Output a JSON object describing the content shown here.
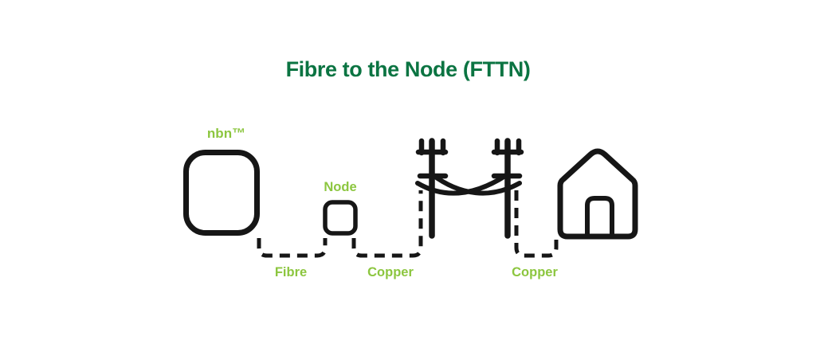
{
  "title": "Fibre to the Node (FTTN)",
  "colors": {
    "title_green": "#0b7442",
    "label_green": "#8cc63f",
    "line_black": "#161616",
    "background": "#ffffff"
  },
  "diagram": {
    "type": "network-connection-diagram",
    "nodes": [
      {
        "id": "nbn-box",
        "label": "nbn™",
        "shape": "large-rounded-square-outline"
      },
      {
        "id": "node-cabinet",
        "label": "Node",
        "shape": "small-rounded-square-outline"
      },
      {
        "id": "power-poles",
        "label": "",
        "shape": "two-utility-poles-with-drooping-wires"
      },
      {
        "id": "house",
        "label": "",
        "shape": "house-outline-with-door"
      }
    ],
    "links": [
      {
        "id": "fibre-link",
        "from": "nbn-box",
        "to": "node-cabinet",
        "label": "Fibre",
        "style": "dashed"
      },
      {
        "id": "copper-link-1",
        "from": "node-cabinet",
        "to": "power-poles",
        "label": "Copper",
        "style": "dashed"
      },
      {
        "id": "copper-link-2",
        "from": "power-poles",
        "to": "house",
        "label": "Copper",
        "style": "dashed"
      }
    ]
  }
}
